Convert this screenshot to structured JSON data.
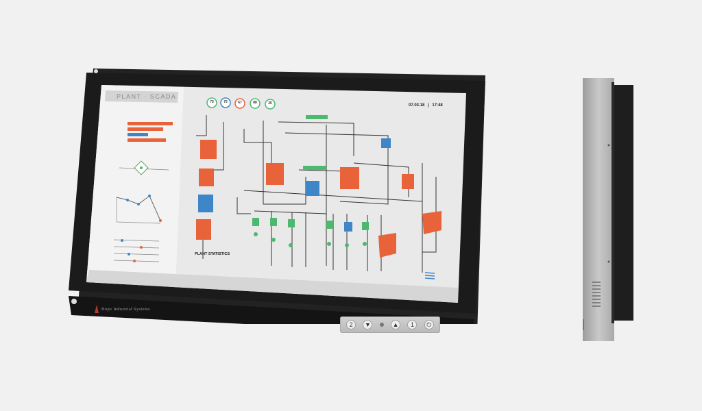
{
  "screen": {
    "header_title": "PLANT · SCADA",
    "date": "07.03.18",
    "time": "17:48",
    "gauges": [
      "75",
      "75",
      "67",
      "88",
      "25"
    ],
    "stats_title": "PLANT STATISTICS"
  },
  "bezel": {
    "brand": "Hope Industrial Systems"
  },
  "keypad": {
    "keys": [
      "2",
      "▼",
      "",
      "▲",
      "1",
      "⏻"
    ]
  },
  "colors": {
    "orange": "#e8623a",
    "blue": "#3f86c8",
    "green": "#4db870",
    "screen_bg": "#e9e9e9",
    "bezel": "#1b1b1b"
  }
}
